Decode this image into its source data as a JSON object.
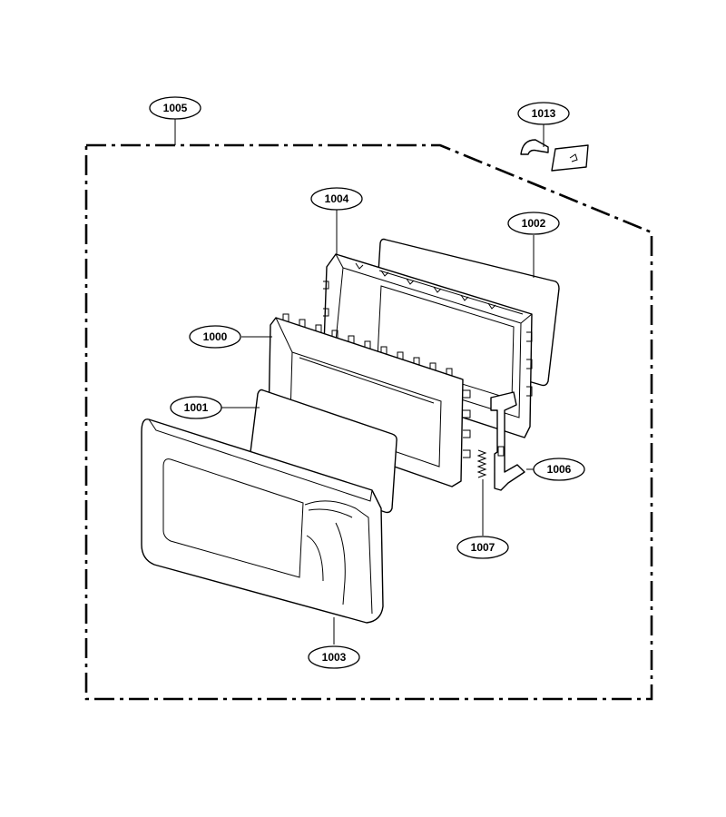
{
  "callouts": {
    "c1005": "1005",
    "c1013": "1013",
    "c1004": "1004",
    "c1002": "1002",
    "c1000": "1000",
    "c1001": "1001",
    "c1006": "1006",
    "c1007": "1007",
    "c1003": "1003"
  }
}
